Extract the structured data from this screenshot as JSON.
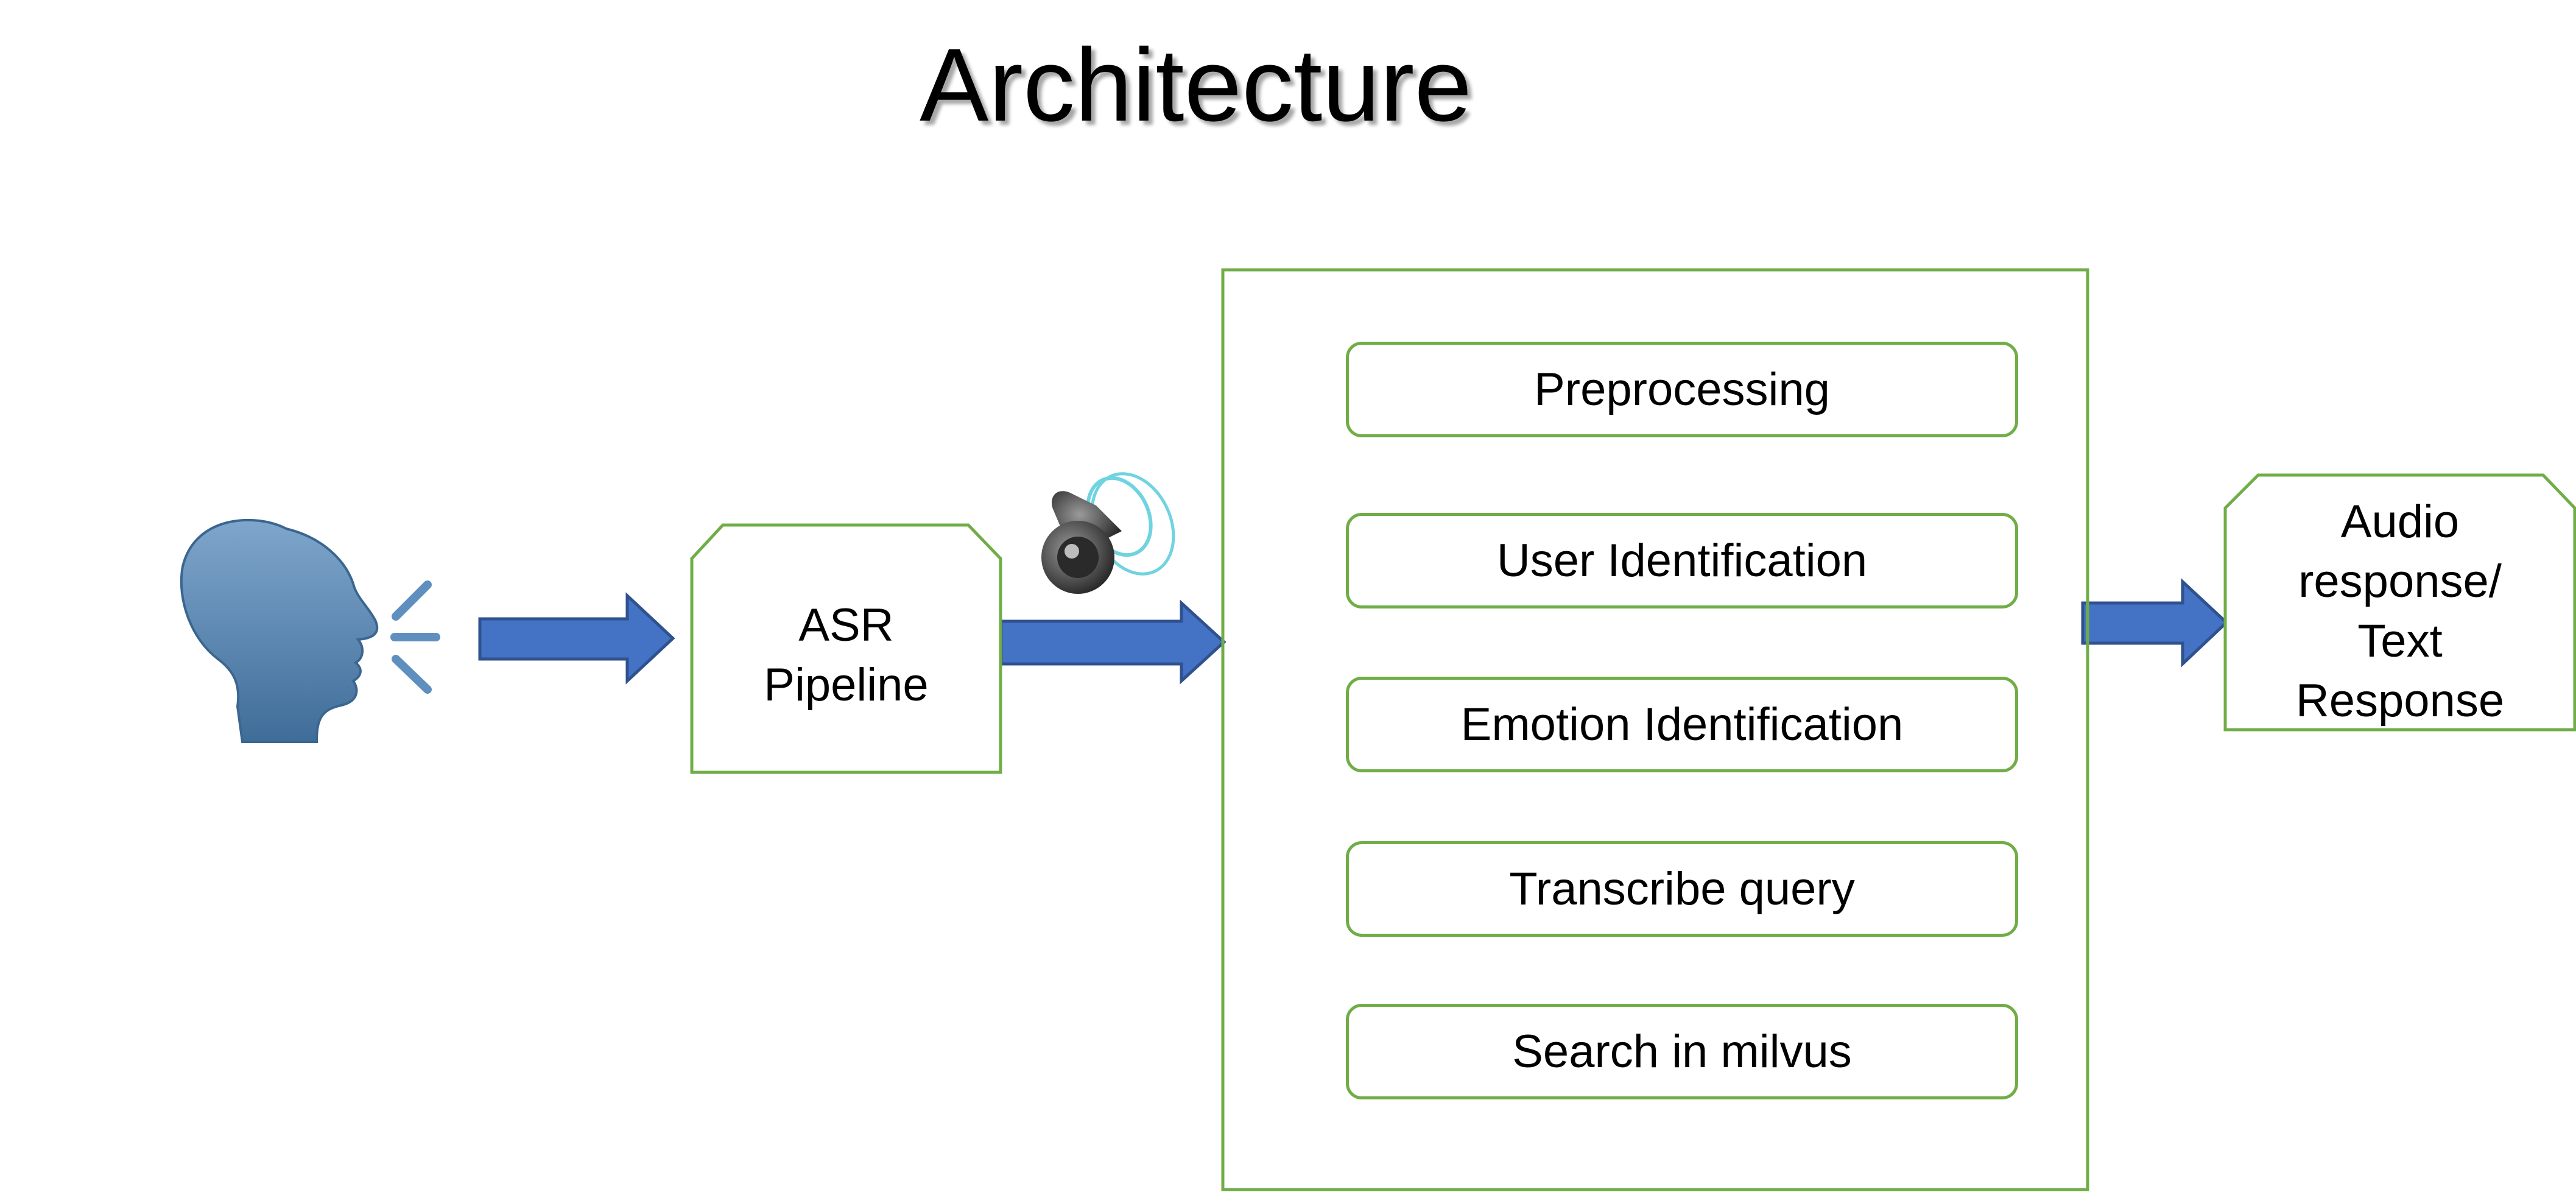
{
  "title": "Architecture",
  "colors": {
    "accent_outline": "#70ad47",
    "arrow_fill": "#4472c4",
    "arrow_stroke": "#2f528f"
  },
  "icons": {
    "speaker_head": "speaking-head-icon",
    "speaker": "speaker-volume-icon"
  },
  "nodes": {
    "asr": {
      "line1": "ASR",
      "line2": "Pipeline"
    },
    "output": {
      "line1": "Audio",
      "line2": "response/",
      "line3": "Text",
      "line4": "Response"
    }
  },
  "steps": [
    "Preprocessing",
    "User Identification",
    "Emotion Identification",
    "Transcribe query",
    "Search in milvus"
  ]
}
